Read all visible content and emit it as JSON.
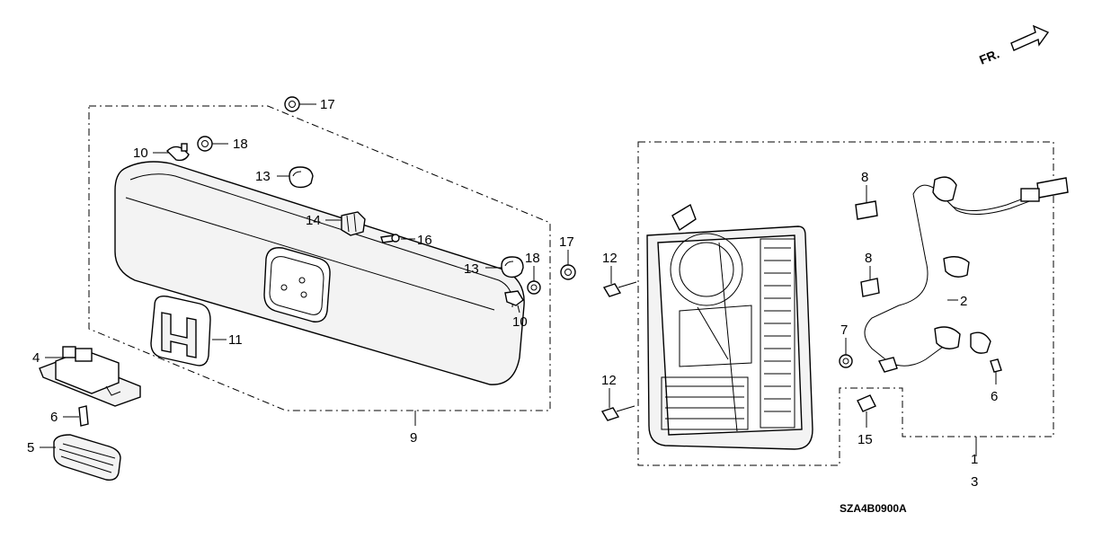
{
  "diagram_code": "SZA4B0900A",
  "direction_label": "FR.",
  "callouts": [
    {
      "id": "c1",
      "text": "1"
    },
    {
      "id": "c2",
      "text": "2"
    },
    {
      "id": "c3",
      "text": "3"
    },
    {
      "id": "c4",
      "text": "4"
    },
    {
      "id": "c5",
      "text": "5"
    },
    {
      "id": "c6a",
      "text": "6"
    },
    {
      "id": "c6b",
      "text": "6"
    },
    {
      "id": "c7",
      "text": "7"
    },
    {
      "id": "c8a",
      "text": "8"
    },
    {
      "id": "c8b",
      "text": "8"
    },
    {
      "id": "c9",
      "text": "9"
    },
    {
      "id": "c10a",
      "text": "10"
    },
    {
      "id": "c10b",
      "text": "10"
    },
    {
      "id": "c11",
      "text": "11"
    },
    {
      "id": "c12a",
      "text": "12"
    },
    {
      "id": "c12b",
      "text": "12"
    },
    {
      "id": "c13a",
      "text": "13"
    },
    {
      "id": "c13b",
      "text": "13"
    },
    {
      "id": "c14",
      "text": "14"
    },
    {
      "id": "c15",
      "text": "15"
    },
    {
      "id": "c16",
      "text": "16"
    },
    {
      "id": "c17a",
      "text": "17"
    },
    {
      "id": "c17b",
      "text": "17"
    },
    {
      "id": "c18a",
      "text": "18"
    },
    {
      "id": "c18b",
      "text": "18"
    }
  ]
}
